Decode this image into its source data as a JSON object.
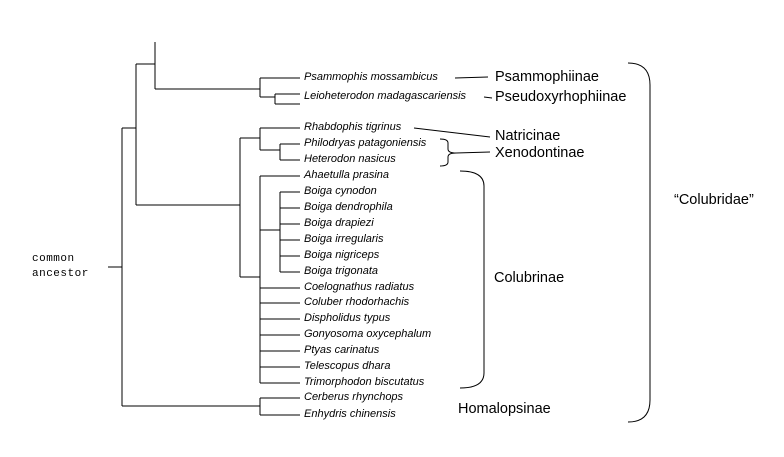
{
  "root_label": [
    "common",
    "ancestor"
  ],
  "family_label": "“Colubridae”",
  "species": {
    "psammophis": "Psammophis mossambicus",
    "leioheterodon": "Leioheterodon madagascariensis",
    "rhabdophis": "Rhabdophis tigrinus",
    "philodryas": "Philodryas patagoniensis",
    "heterodon": "Heterodon nasicus",
    "ahaetulla": "Ahaetulla prasina",
    "boiga_cynodon": "Boiga cynodon",
    "boiga_dendrophila": "Boiga dendrophila",
    "boiga_drapiezi": "Boiga drapiezi",
    "boiga_irregularis": "Boiga irregularis",
    "boiga_nigriceps": "Boiga nigriceps",
    "boiga_trigonata": "Boiga trigonata",
    "coelognathus": "Coelognathus radiatus",
    "coluber": "Coluber rhodorhachis",
    "dispholidus": "Dispholidus typus",
    "gonyosoma": "Gonyosoma oxycephalum",
    "ptyas": "Ptyas carinatus",
    "telescopus": "Telescopus dhara",
    "trimorphodon": "Trimorphodon biscutatus",
    "cerberus": "Cerberus rhynchops",
    "enhydris": "Enhydris chinensis"
  },
  "groups": {
    "psammophiinae": "Psammophiinae",
    "pseudoxyrhophiinae": "Pseudoxyrhophiinae",
    "natricinae": "Natricinae",
    "xenodontinae": "Xenodontinae",
    "colubrinae": "Colubrinae",
    "homalopsinae": "Homalopsinae"
  }
}
